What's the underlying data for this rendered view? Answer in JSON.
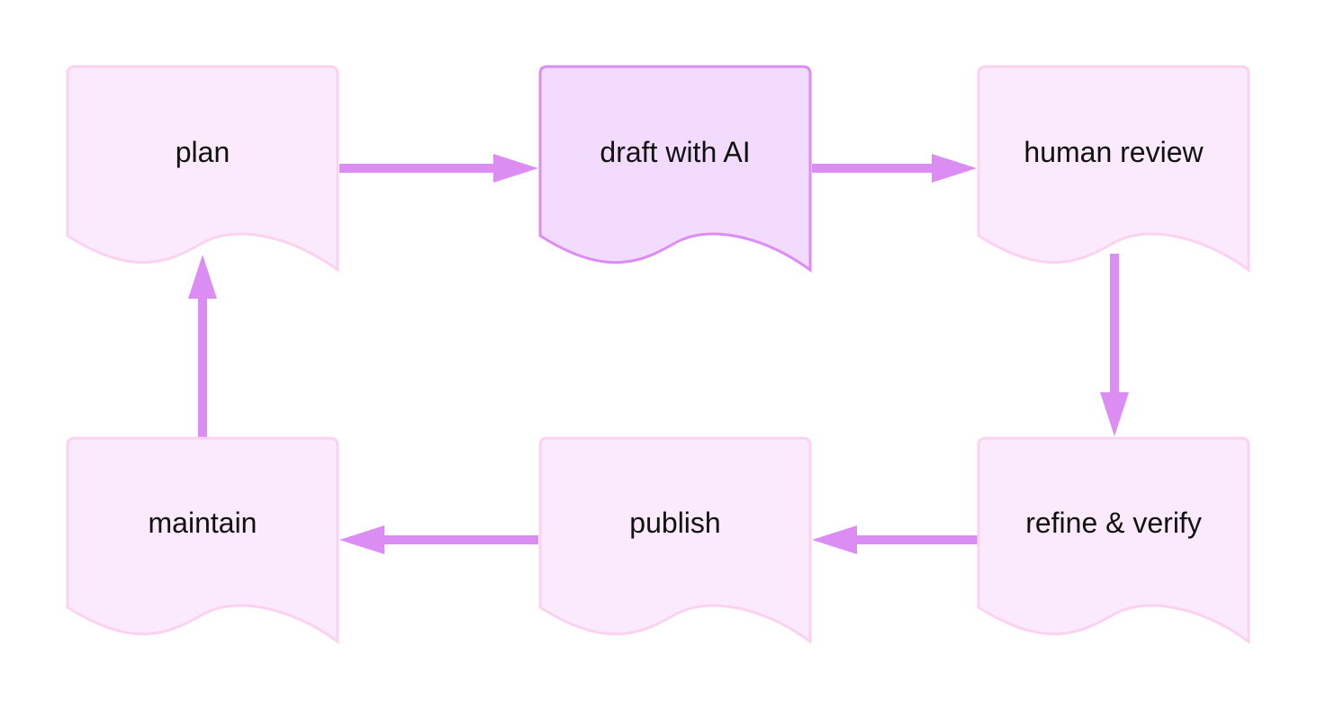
{
  "diagram": {
    "type": "document-shape flow cycle",
    "colors": {
      "node_fill": "#FAEAFB",
      "node_stroke": "#FBD3F0",
      "highlight_fill": "#F2DBFC",
      "highlight_stroke": "#DB8DF3",
      "arrow": "#DB8DF3",
      "text": "#111111"
    },
    "nodes": [
      {
        "id": "plan",
        "label": "plan",
        "highlighted": false
      },
      {
        "id": "draft",
        "label": "draft with AI",
        "highlighted": true
      },
      {
        "id": "review",
        "label": "human review",
        "highlighted": false
      },
      {
        "id": "refine",
        "label": "refine & verify",
        "highlighted": false
      },
      {
        "id": "publish",
        "label": "publish",
        "highlighted": false
      },
      {
        "id": "maintain",
        "label": "maintain",
        "highlighted": false
      }
    ],
    "edges": [
      {
        "from": "plan",
        "to": "draft"
      },
      {
        "from": "draft",
        "to": "review"
      },
      {
        "from": "review",
        "to": "refine"
      },
      {
        "from": "refine",
        "to": "publish"
      },
      {
        "from": "publish",
        "to": "maintain"
      },
      {
        "from": "maintain",
        "to": "plan"
      }
    ]
  }
}
